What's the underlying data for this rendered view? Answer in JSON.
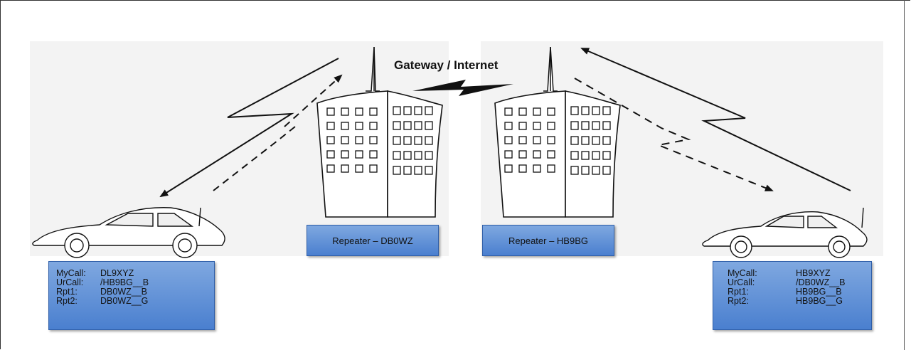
{
  "gateway_label": "Gateway / Internet",
  "repeaters": [
    {
      "label": "Repeater – DB0WZ"
    },
    {
      "label": "Repeater – HB9BG"
    }
  ],
  "stations": [
    {
      "rows": [
        {
          "key": "MyCall:",
          "value": "DL9XYZ"
        },
        {
          "key": "UrCall:",
          "value": "/HB9BG__B"
        },
        {
          "key": "Rpt1:",
          "value": "DB0WZ__B"
        },
        {
          "key": "Rpt2:",
          "value": "DB0WZ__G"
        }
      ]
    },
    {
      "rows": [
        {
          "key": "MyCall:",
          "value": "HB9XYZ"
        },
        {
          "key": "UrCall:",
          "value": "/DB0WZ__B"
        },
        {
          "key": "Rpt1:",
          "value": "HB9BG__B"
        },
        {
          "key": "Rpt2:",
          "value": "HB9BG__G"
        }
      ]
    }
  ],
  "colors": {
    "box_fill": "#5b8fd8",
    "box_border": "#2e5ea8",
    "line": "#111111"
  }
}
